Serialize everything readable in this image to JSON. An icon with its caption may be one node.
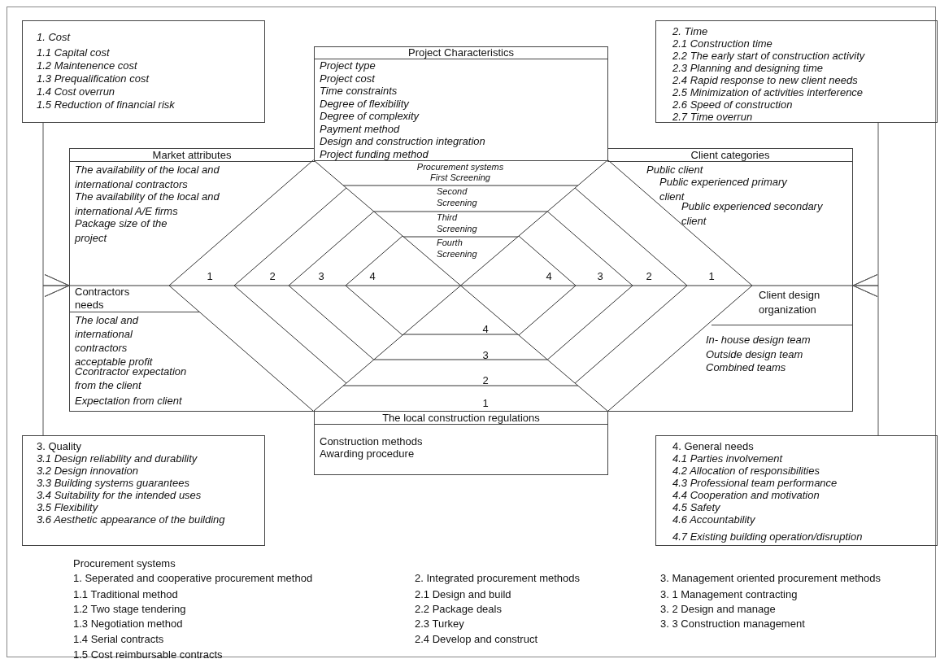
{
  "diagram": {
    "nodes": [
      {
        "text": [
          "1. Cost",
          "1.1 Capital cost",
          "1.2 Maintenence cost",
          "1.3 Prequalification cost",
          "1.4 Cost overrun",
          "1.5 Reduction of financial risk"
        ]
      },
      {
        "text": [
          "2. Time",
          "2.1 Construction time",
          "2.2 The early start of construction activity",
          "2.3 Planning and designing time",
          "2.4 Rapid response to new client needs",
          "2.5 Minimization of activities interference",
          "2.6 Speed of construction",
          "2.7 Time overrun"
        ]
      },
      {
        "text": [
          "Project Characteristics",
          "Project type",
          "Project cost",
          "Time constraints",
          "Degree of flexibility",
          "Degree of complexity",
          "Payment method",
          "Design and construction integration",
          "Project funding method"
        ]
      },
      {
        "text": [
          "Market attributes",
          "The availability of the local and international contractors",
          "The availability of the local and international A/E firms",
          "Package size of the project"
        ]
      },
      {
        "text": [
          "Client categories",
          "Public client",
          "Public experienced primary client",
          "Public experienced secondary client"
        ]
      },
      {
        "text": [
          "Contractors needs",
          "The local and international contractors acceptable profit",
          "Ccontractor expectation from the client",
          "Expectation from client"
        ]
      },
      {
        "text": [
          "Client design organization",
          "In- house design team",
          "Outside design team",
          "Combined teams"
        ]
      },
      {
        "text": [
          "The local construction regulations",
          "Construction methods",
          "Awarding procedure"
        ]
      },
      {
        "text": [
          "3. Quality",
          "3.1 Design reliability and durability",
          "3.2 Design innovation",
          "3.3 Building systems guarantees",
          "3.4 Suitability for the intended uses",
          "3.5 Flexibility",
          "3.6 Aesthetic appearance of the building"
        ]
      },
      {
        "text": [
          "4. General needs",
          "4.1 Parties involvement",
          "4.2 Allocation of responsibilities",
          "4.3 Professional team performance",
          "4.4 Cooperation and motivation",
          "4.5 Safety",
          "4.6 Accountability",
          "4.7 Existing building operation/disruption"
        ]
      }
    ],
    "edges": [
      {
        "from": 0,
        "to": 3,
        "arrow": "to"
      },
      {
        "from": 8,
        "to": 3,
        "arrow": "to"
      },
      {
        "from": 1,
        "to": 4,
        "arrow": "to"
      },
      {
        "from": 9,
        "to": 4,
        "arrow": "to"
      }
    ],
    "labels": [
      "Procurement systems",
      "First Screening",
      "Second Screening",
      "Third Screening",
      "Fourth Screening",
      "1",
      "2",
      "3",
      "4",
      "4",
      "3",
      "2",
      "1",
      "4",
      "3",
      "2",
      "1",
      "Procurement systems",
      "1. Seperated and cooperative procurement method",
      "2. Integrated procurement methods",
      "3. Management oriented procurement methods",
      "1.1 Traditional method",
      "2.1 Design and build",
      "3. 1 Management contracting",
      "1.2 Two stage tendering",
      "2.2 Package deals",
      "3. 2 Design and manage",
      "1.3 Negotiation method",
      "2.3 Turkey",
      "3. 3 Construction management",
      "1.4 Serial contracts",
      "2.4 Develop and construct",
      "1.5 Cost reimbursable contracts"
    ]
  }
}
